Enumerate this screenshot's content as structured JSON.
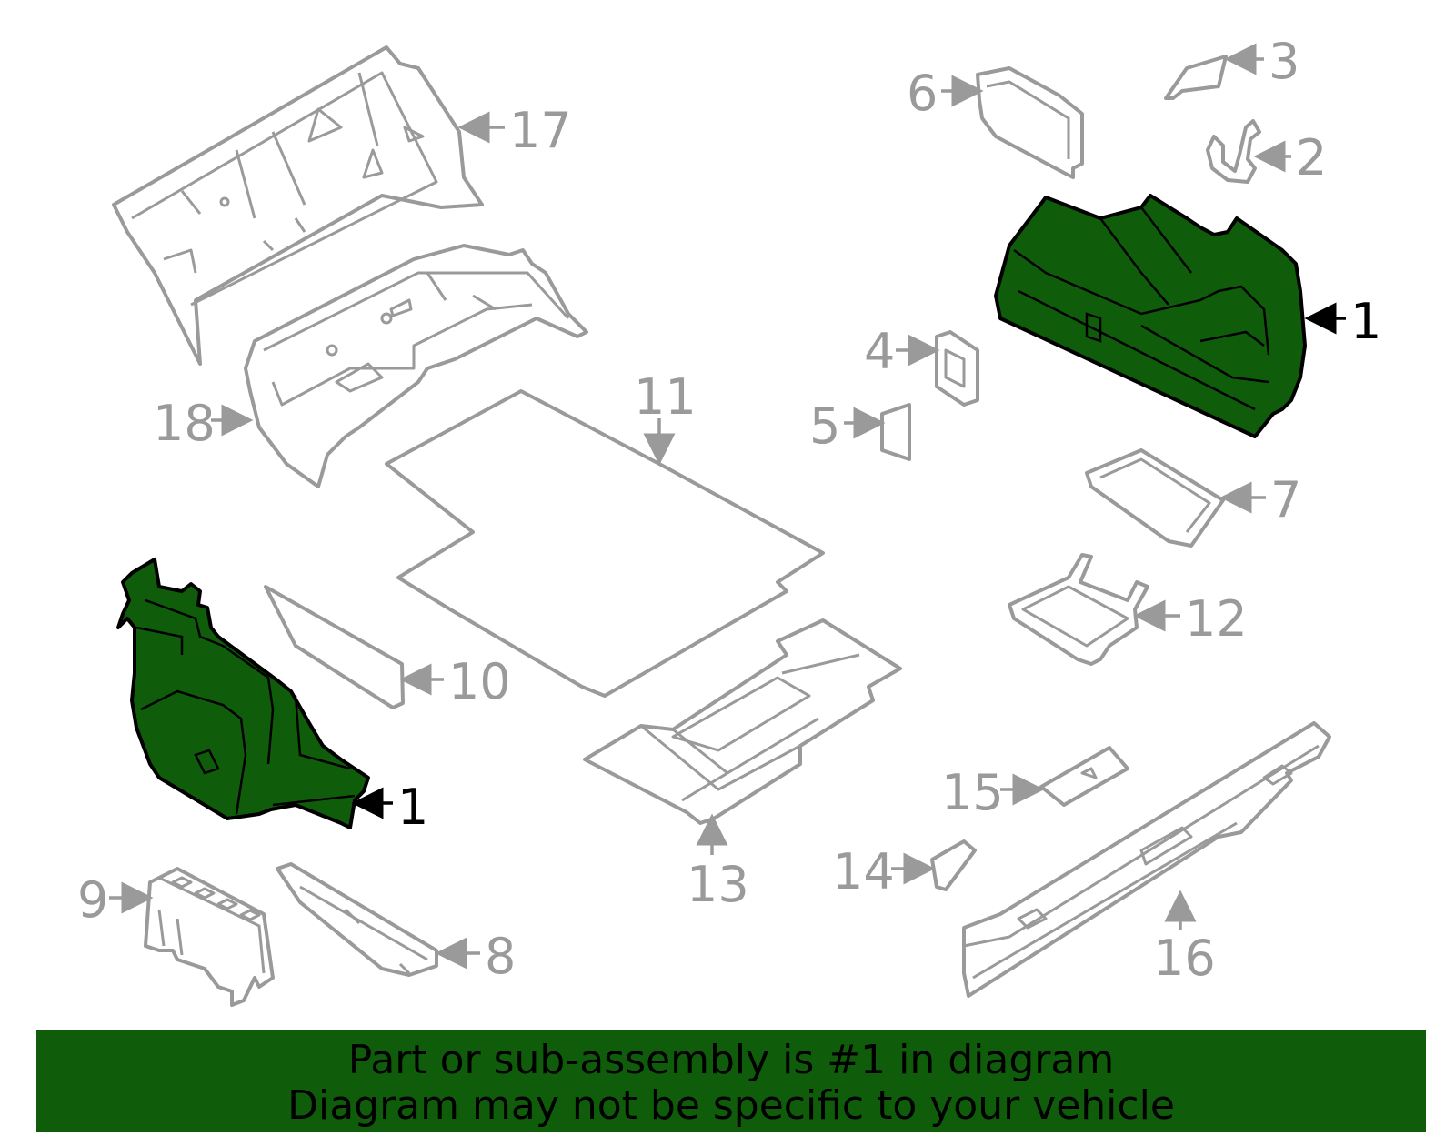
{
  "diagram": {
    "highlight_color": "#0f5d0a",
    "part_color": "#9a9a9a",
    "callouts": {
      "c1a": "1",
      "c1b": "1",
      "c2": "2",
      "c3": "3",
      "c4": "4",
      "c5": "5",
      "c6": "6",
      "c7": "7",
      "c8": "8",
      "c9": "9",
      "c10": "10",
      "c11": "11",
      "c12": "12",
      "c13": "13",
      "c14": "14",
      "c15": "15",
      "c16": "16",
      "c17": "17",
      "c18": "18"
    }
  },
  "banner": {
    "line1": "Part or sub-assembly is #1 in diagram",
    "line2": "Diagram may not be specific to your vehicle"
  }
}
